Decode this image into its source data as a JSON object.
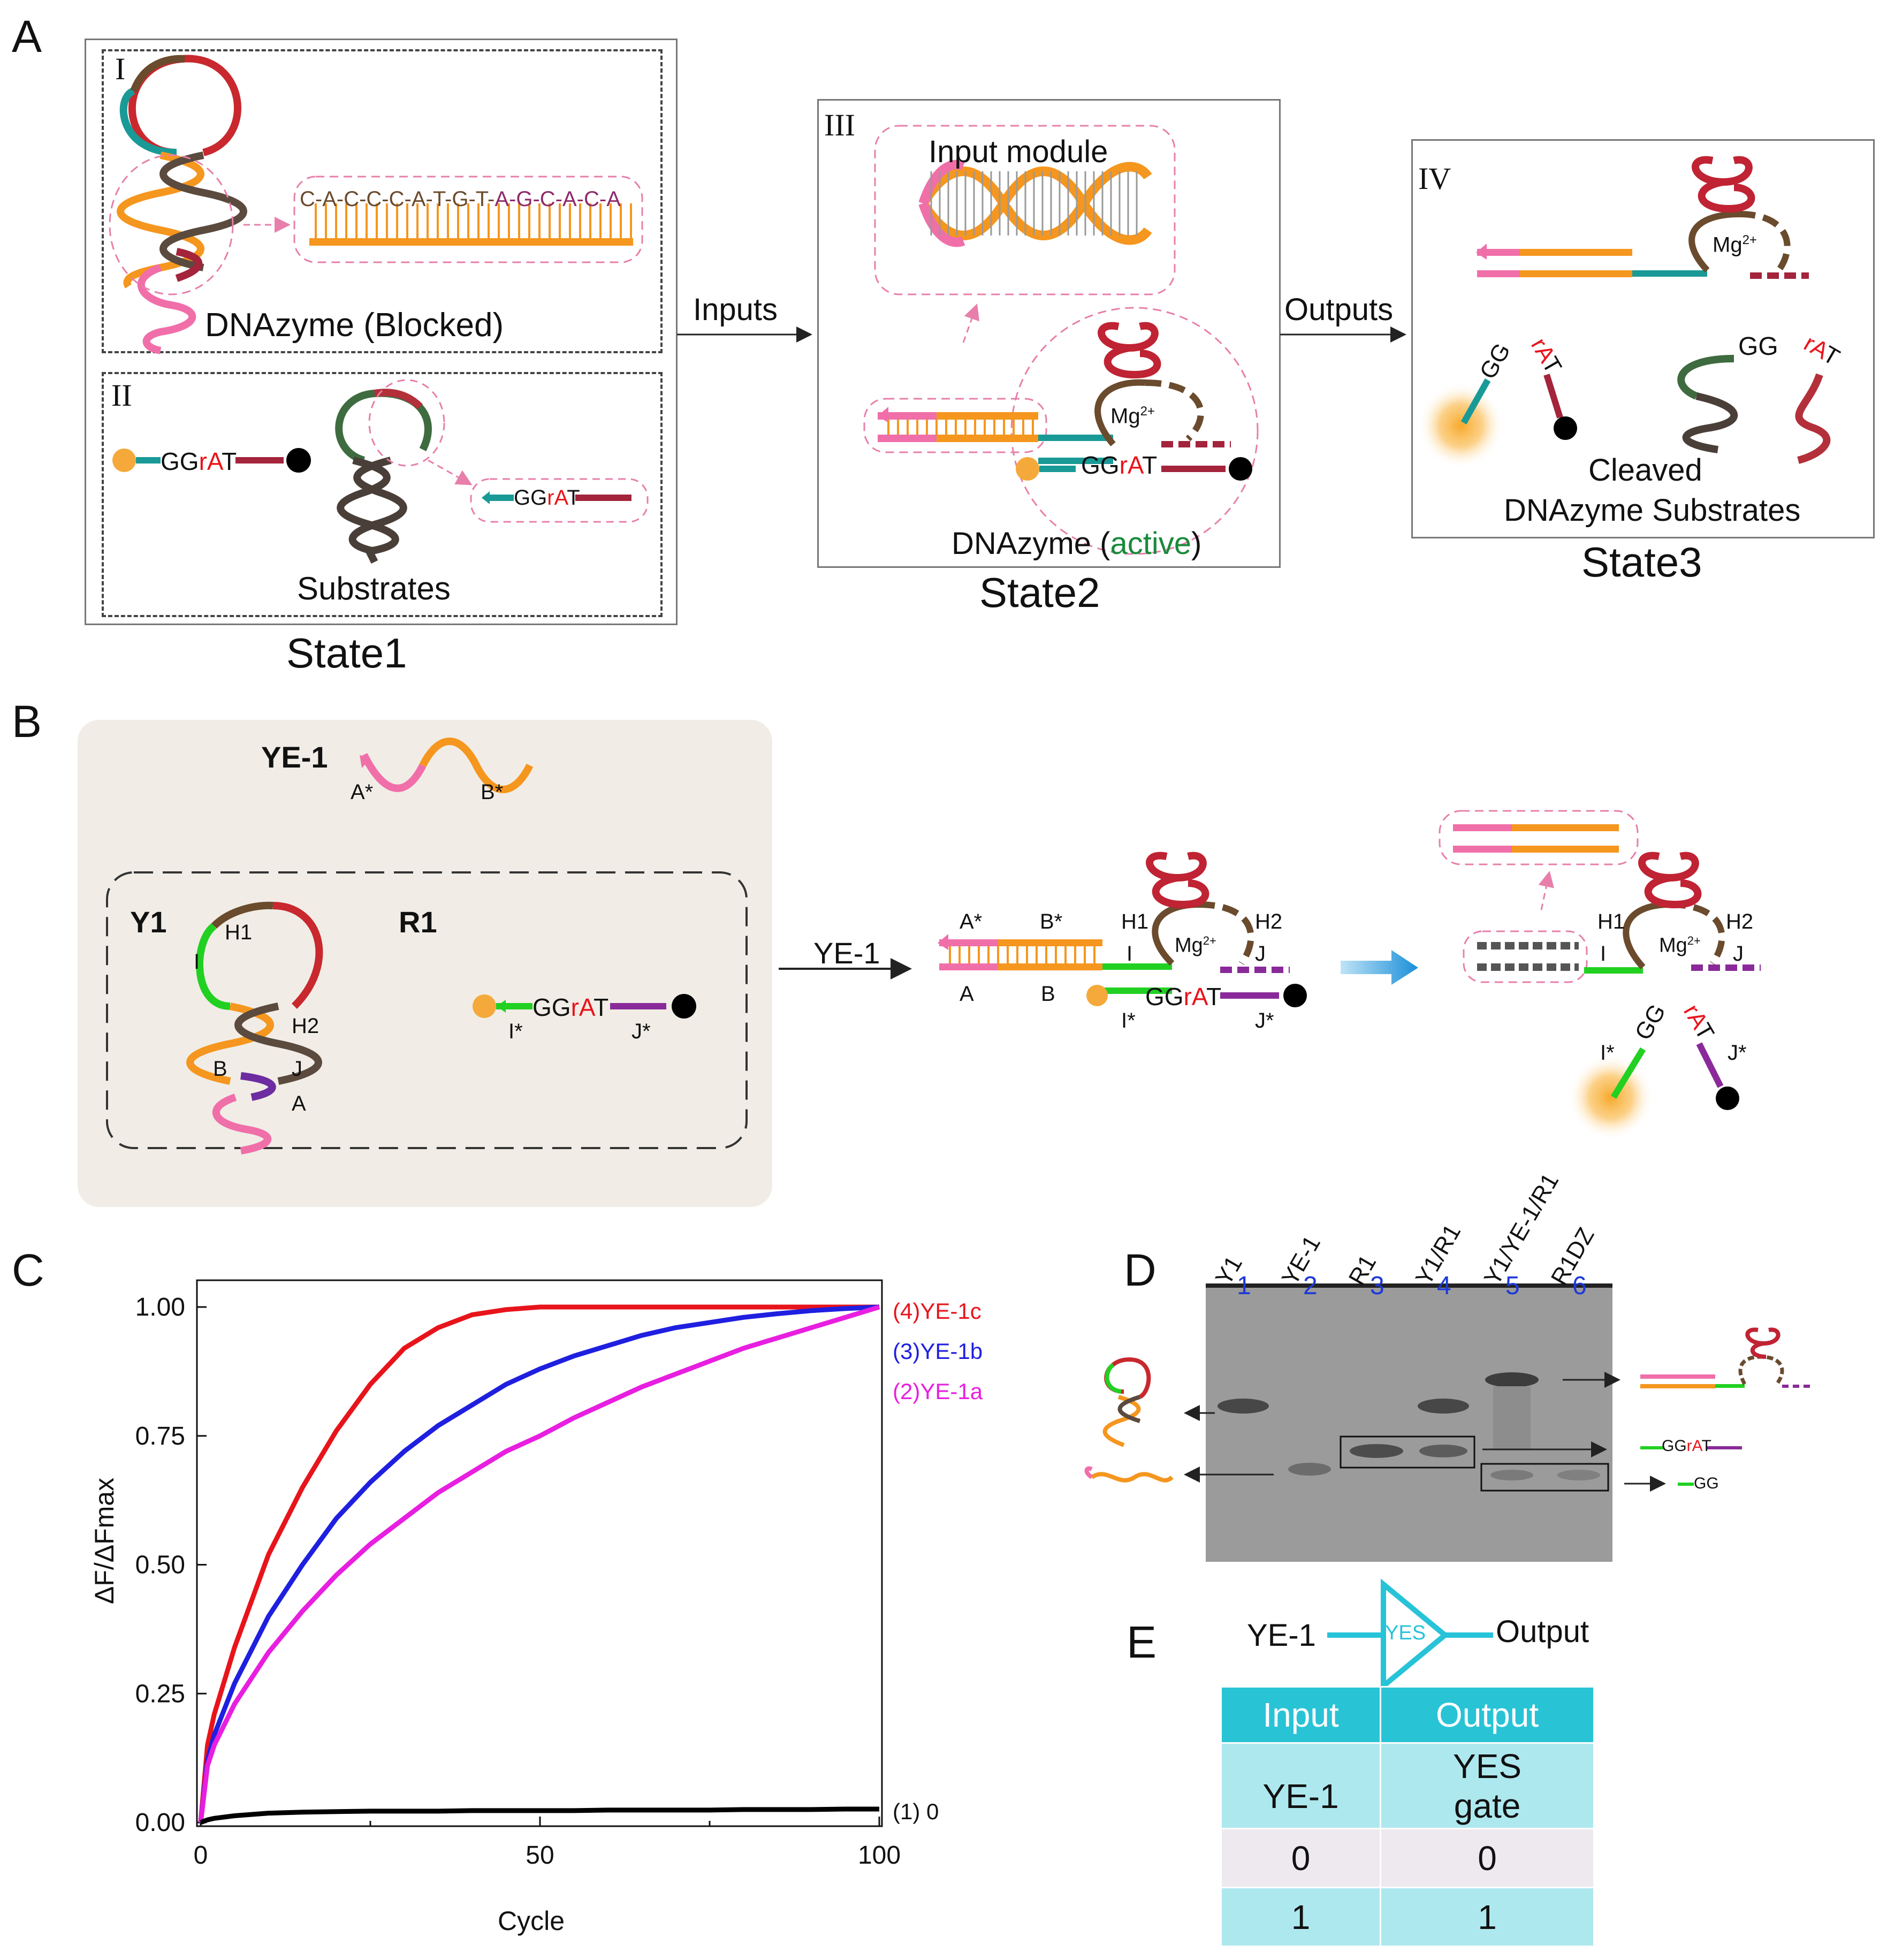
{
  "panels": {
    "a": "A",
    "b": "B",
    "c": "C",
    "d": "D",
    "e": "E"
  },
  "panel_a": {
    "roman": [
      "I",
      "II",
      "III",
      "IV"
    ],
    "sequence": {
      "part1": "C-A-C-C-C-A-T-G-T-",
      "part2": "A-G-C-A-C-A"
    },
    "dnazyme_blocked": "DNAzyme (Blocked)",
    "substrates": "Substrates",
    "substrate_gg": "GG",
    "substrate_ra": "rA",
    "substrate_t": "T",
    "inputs": "Inputs",
    "outputs": "Outputs",
    "input_module": "Input module",
    "dnazyme_active_prefix": "DNAzyme (",
    "dnazyme_active_word": "active",
    "dnazyme_active_suffix": ")",
    "mg": "Mg",
    "mg_sup": "2+",
    "cleaved_line1": "Cleaved",
    "cleaved_line2": "DNAzyme Substrates",
    "state1": "State1",
    "state2": "State2",
    "state3": "State3"
  },
  "panel_b": {
    "ye1": "YE-1",
    "y1": "Y1",
    "r1": "R1",
    "arrow_label": "YE-1",
    "labels": {
      "a_star": "A*",
      "b_star": "B*",
      "a": "A",
      "b": "B",
      "h1": "H1",
      "h2": "H2",
      "i": "I",
      "j": "J",
      "i_star": "I*",
      "j_star": "J*"
    }
  },
  "chart_data": {
    "type": "line",
    "xlabel": "Cycle",
    "ylabel": "ΔF/ΔFmax",
    "xlim": [
      0,
      100
    ],
    "ylim": [
      0,
      1.05
    ],
    "xticks": [
      "0",
      "50",
      "100"
    ],
    "yticks": [
      "0.00",
      "0.25",
      "0.50",
      "0.75",
      "1.00"
    ],
    "x": [
      0,
      1,
      2,
      5,
      10,
      15,
      20,
      25,
      30,
      35,
      40,
      45,
      50,
      55,
      60,
      65,
      70,
      75,
      80,
      85,
      90,
      95,
      100
    ],
    "series": [
      {
        "name": "(4)YE-1c",
        "color": "#e8141b",
        "values": [
          0.0,
          0.15,
          0.21,
          0.34,
          0.52,
          0.65,
          0.76,
          0.85,
          0.92,
          0.96,
          0.985,
          0.995,
          1.0,
          1.0,
          1.0,
          1.0,
          1.0,
          1.0,
          1.0,
          1.0,
          1.0,
          1.0,
          1.0
        ]
      },
      {
        "name": "(3)YE-1b",
        "color": "#1f1fe0",
        "values": [
          0.0,
          0.12,
          0.17,
          0.27,
          0.4,
          0.5,
          0.59,
          0.66,
          0.72,
          0.77,
          0.81,
          0.85,
          0.88,
          0.905,
          0.925,
          0.945,
          0.96,
          0.97,
          0.98,
          0.987,
          0.993,
          0.997,
          1.0
        ]
      },
      {
        "name": "(2)YE-1a",
        "color": "#e81ee0",
        "values": [
          0.0,
          0.11,
          0.15,
          0.23,
          0.33,
          0.41,
          0.48,
          0.54,
          0.59,
          0.64,
          0.68,
          0.72,
          0.75,
          0.785,
          0.815,
          0.845,
          0.87,
          0.895,
          0.92,
          0.94,
          0.96,
          0.98,
          1.0
        ]
      },
      {
        "name": "(1) 0",
        "color": "#000000",
        "values": [
          0.0,
          0.005,
          0.008,
          0.013,
          0.018,
          0.02,
          0.021,
          0.022,
          0.022,
          0.022,
          0.023,
          0.023,
          0.023,
          0.023,
          0.024,
          0.024,
          0.024,
          0.024,
          0.025,
          0.025,
          0.025,
          0.026,
          0.026
        ]
      }
    ]
  },
  "panel_d": {
    "lanes": [
      "Y1",
      "YE-1",
      "R1",
      "Y1/R1",
      "Y1/YE-1/R1",
      "R1DZ"
    ],
    "lane_numbers": [
      "1",
      "2",
      "3",
      "4",
      "5",
      "6"
    ],
    "substrate_gg": "GG",
    "substrate_ra": "rA",
    "substrate_t": "T",
    "product": "GG"
  },
  "panel_e": {
    "input_label": "YE-1",
    "gate": "YES",
    "output_label": "Output",
    "headers": [
      "Input",
      "Output"
    ],
    "subheader": [
      "YE-1",
      "YES\ngate"
    ],
    "rows": [
      [
        "0",
        "0"
      ],
      [
        "1",
        "1"
      ]
    ]
  }
}
